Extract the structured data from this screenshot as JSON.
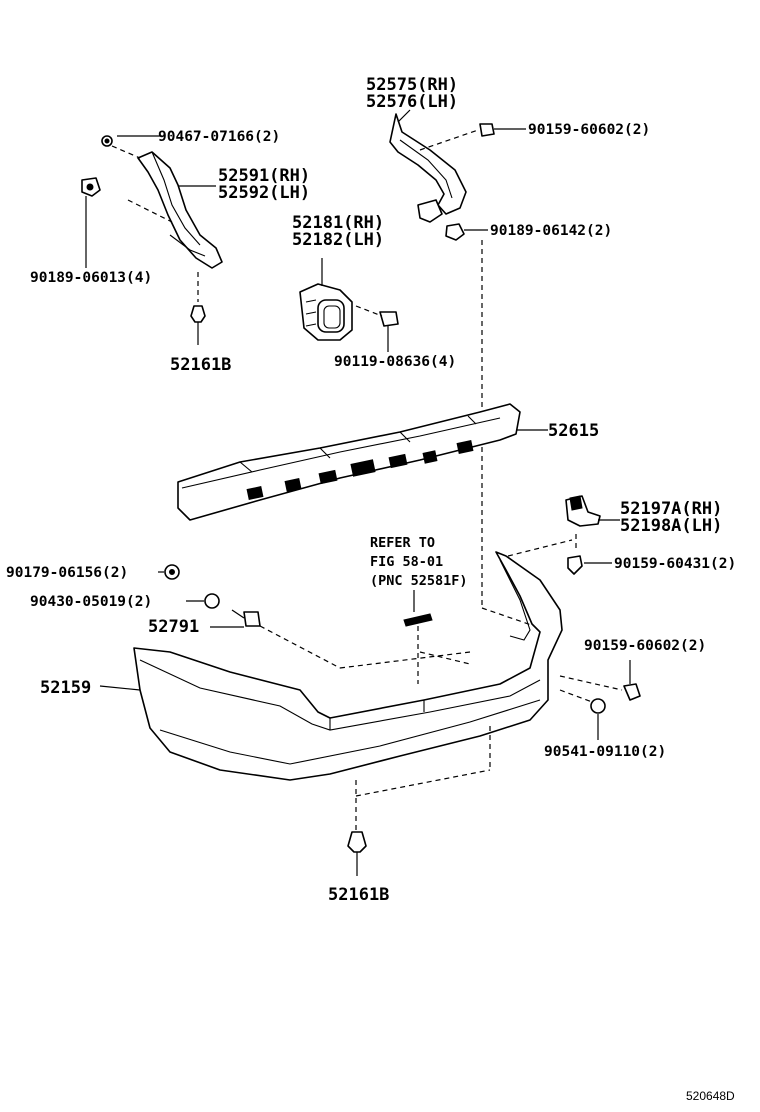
{
  "diagram": {
    "labels": {
      "p52575": "52575(RH)",
      "p52576": "52576(LH)",
      "p90467": "90467-07166(2)",
      "p90159_top": "90159-60602(2)",
      "p52591": "52591(RH)",
      "p52592": "52592(LH)",
      "p52181": "52181(RH)",
      "p52182": "52182(LH)",
      "p90189_right": "90189-06142(2)",
      "p90189_left": "90189-06013(4)",
      "p52161b_top": "52161B",
      "p90119": "90119-08636(4)",
      "p52615": "52615",
      "p52197a": "52197A(RH)",
      "p52198a": "52198A(LH)",
      "refer_line1": "REFER TO",
      "refer_line2": "FIG 58-01",
      "refer_line3": "(PNC 52581F)",
      "p90179": "90179-06156(2)",
      "p90159_mid": "90159-60431(2)",
      "p90430": "90430-05019(2)",
      "p52791": "52791",
      "p90159_low": "90159-60602(2)",
      "p52159": "52159",
      "p90541": "90541-09110(2)",
      "p52161b_bottom": "52161B"
    },
    "figure_code": "520648D"
  }
}
